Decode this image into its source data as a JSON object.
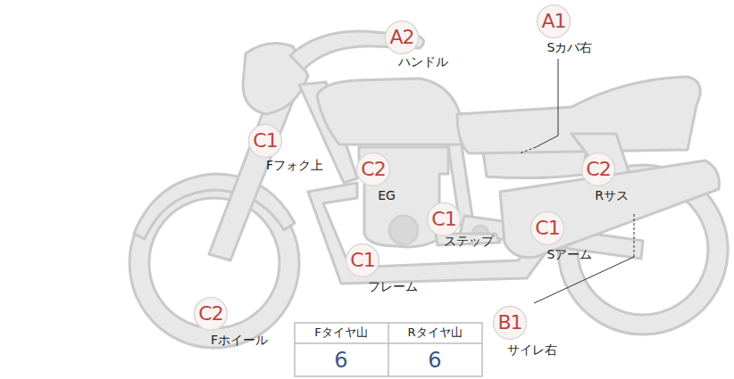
{
  "diagram": {
    "nodes": [
      {
        "text": [
          "A2",
          "ハンドル"
        ]
      },
      {
        "text": [
          "A1",
          "Sカバ右"
        ]
      },
      {
        "text": [
          "C1",
          "Fフォク上"
        ]
      },
      {
        "text": [
          "C2",
          "EG"
        ]
      },
      {
        "text": [
          "C2",
          "Rサス"
        ]
      },
      {
        "text": [
          "C1",
          "ステップ"
        ]
      },
      {
        "text": [
          "C1",
          "Sアーム"
        ]
      },
      {
        "text": [
          "C1",
          "フレーム"
        ]
      },
      {
        "text": [
          "B1",
          "サイレ右"
        ]
      },
      {
        "text": [
          "C2",
          "Fホイール"
        ]
      }
    ],
    "labels": [
      "Fタイヤ山",
      "Rタイヤ山",
      "6",
      "6"
    ]
  }
}
